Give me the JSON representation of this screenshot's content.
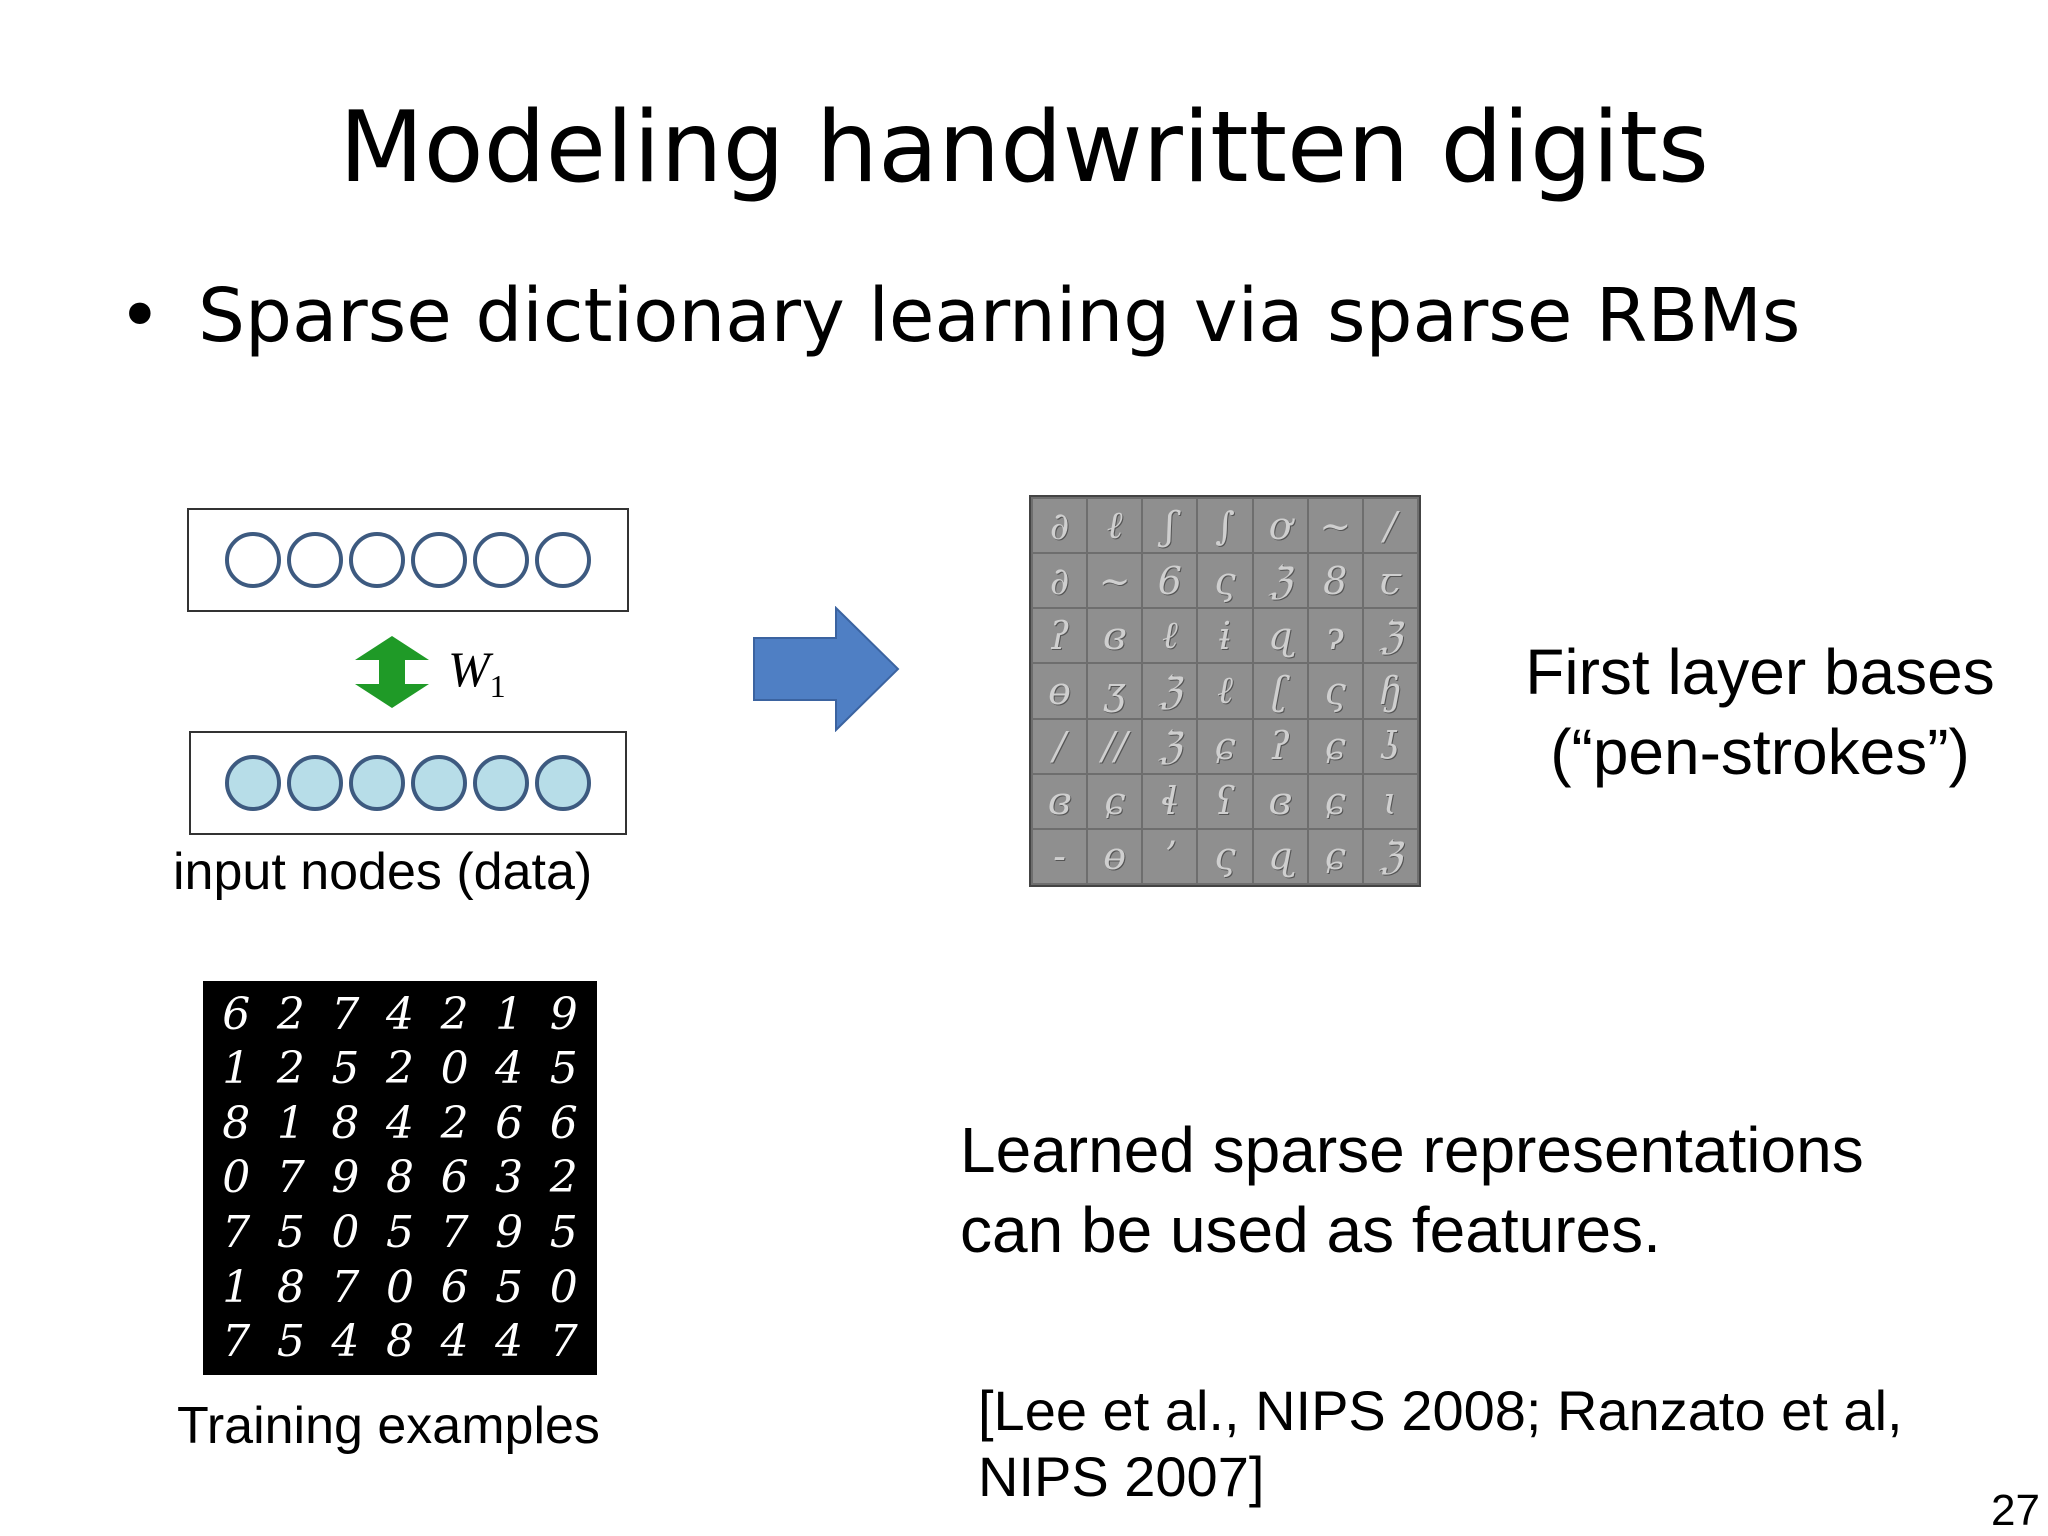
{
  "slide": {
    "title": "Modeling handwritten digits",
    "bullet": {
      "symbol": "•",
      "text": "Sparse dictionary learning via sparse RBMs"
    },
    "network": {
      "weight_label": "W",
      "weight_subscript": "1",
      "arrow_color": "#1f9a27",
      "hidden_node_count": 6,
      "input_node_count": 6,
      "input_caption": "input nodes (data)"
    },
    "bases": {
      "caption_line1": "First layer bases",
      "caption_line2": "(“pen-strokes”)"
    },
    "training": {
      "caption": "Training examples",
      "digits": [
        "6",
        "2",
        "7",
        "4",
        "2",
        "1",
        "9",
        "1",
        "2",
        "5",
        "2",
        "0",
        "4",
        "5",
        "8",
        "1",
        "8",
        "4",
        "2",
        "6",
        "6",
        "0",
        "7",
        "9",
        "8",
        "6",
        "3",
        "2",
        "7",
        "5",
        "0",
        "5",
        "7",
        "9",
        "5",
        "1",
        "8",
        "7",
        "0",
        "6",
        "5",
        "0",
        "7",
        "5",
        "4",
        "8",
        "4",
        "4",
        "7"
      ]
    },
    "features": {
      "line1": "Learned sparse representations",
      "line2": "can be used as features."
    },
    "reference": {
      "line1": "[Lee et al., NIPS 2008; Ranzato et al,",
      "line2": "NIPS 2007]"
    },
    "page_number": "27",
    "colors": {
      "block_arrow": "#4f7fc4",
      "node_stroke": "#3d5a80",
      "node_fill": "#b7dde8"
    }
  }
}
